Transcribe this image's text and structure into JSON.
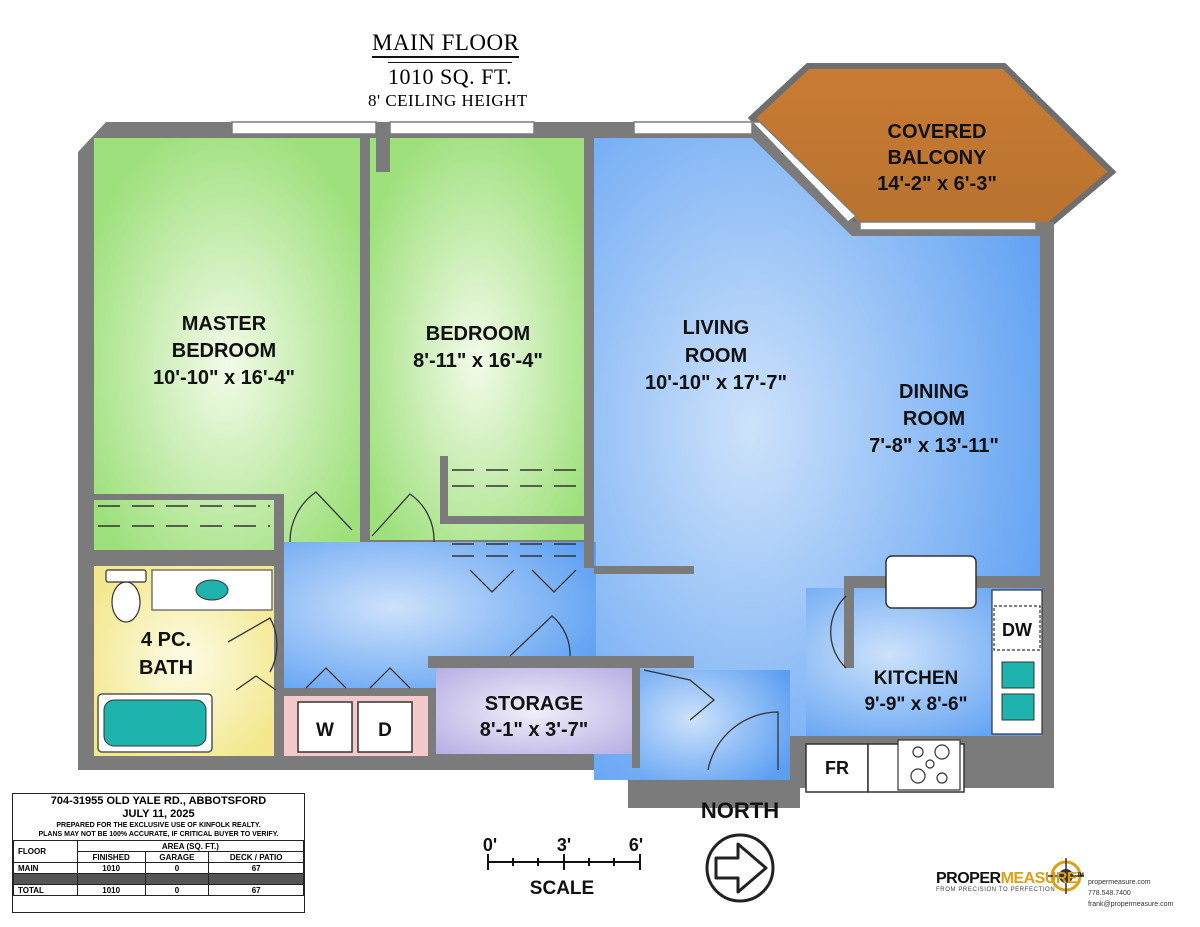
{
  "header": {
    "floor": "MAIN FLOOR",
    "area": "1010 SQ. FT.",
    "ceiling": "8' CEILING HEIGHT"
  },
  "rooms": {
    "master": {
      "name1": "MASTER",
      "name2": "BEDROOM",
      "dims": "10'-10\" x 16'-4\""
    },
    "bedroom": {
      "name1": "BEDROOM",
      "dims": "8'-11\" x 16'-4\""
    },
    "living": {
      "name1": "LIVING",
      "name2": "ROOM",
      "dims": "10'-10\" x 17'-7\""
    },
    "dining": {
      "name1": "DINING",
      "name2": "ROOM",
      "dims": "7'-8\" x 13'-11\""
    },
    "balcony": {
      "name1": "COVERED",
      "name2": "BALCONY",
      "dims": "14'-2\" x 6'-3\""
    },
    "bath": {
      "name1": "4 PC.",
      "name2": "BATH"
    },
    "storage": {
      "name1": "STORAGE",
      "dims": "8'-1\" x 3'-7\""
    },
    "kitchen": {
      "name1": "KITCHEN",
      "dims": "9'-9\" x 8'-6\""
    }
  },
  "appliances": {
    "washer": "W",
    "dryer": "D",
    "dishwasher": "DW",
    "fridge": "FR"
  },
  "north": "NORTH",
  "scale": {
    "t0": "0'",
    "t1": "3'",
    "t2": "6'",
    "label": "SCALE"
  },
  "info": {
    "address": "704-31955 OLD YALE RD., ABBOTSFORD",
    "date": "JULY 11, 2025",
    "note1": "PREPARED FOR THE EXCLUSIVE USE OF KINFOLK REALTY.",
    "note2": "PLANS MAY NOT BE 100% ACCURATE, IF CRITICAL BUYER TO VERIFY.",
    "col_floor": "FLOOR",
    "col_area": "AREA (SQ. FT.)",
    "col_finished": "FINISHED",
    "col_garage": "GARAGE",
    "col_deck": "DECK / PATIO",
    "rows": [
      {
        "floor": "MAIN",
        "finished": "1010",
        "garage": "0",
        "deck": "67"
      },
      {
        "floor": "TOTAL",
        "finished": "1010",
        "garage": "0",
        "deck": "67"
      }
    ]
  },
  "logo": {
    "brand_a": "PROPER",
    "brand_b": "MEASURE",
    "tm": "TM",
    "tagline": "FROM PRECISION TO PERFECTION"
  },
  "contact": {
    "web": "propermeasure.com",
    "phone": "778.548.7400",
    "email": "frank@propermeasure.com"
  }
}
